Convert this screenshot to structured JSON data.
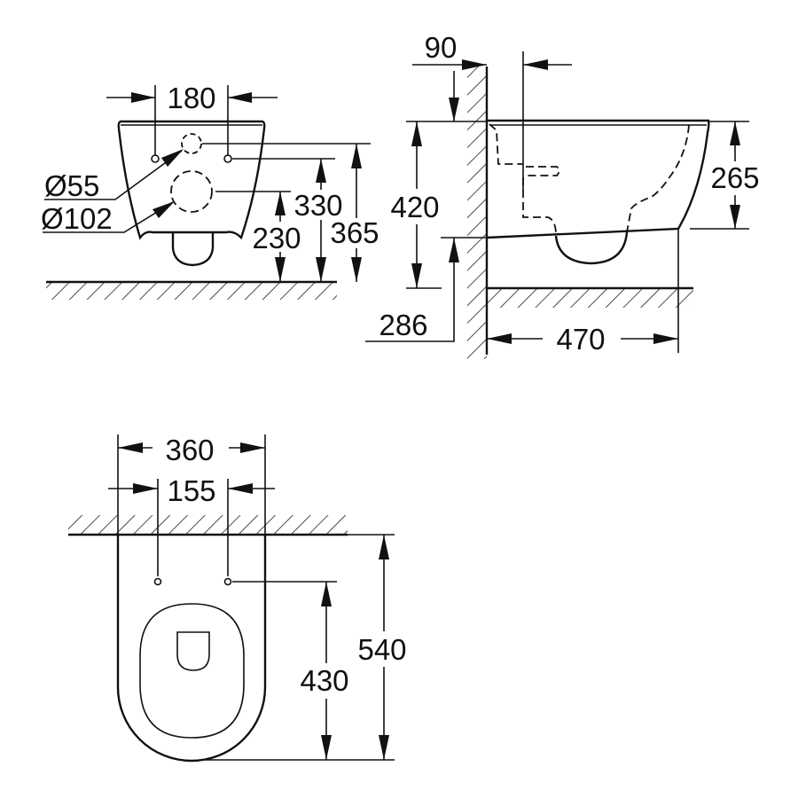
{
  "front_view": {
    "dim_width_holes": "180",
    "dim_dia_small": "Ø55",
    "dim_dia_large": "Ø102",
    "dim_230": "230",
    "dim_330": "330",
    "dim_365": "365"
  },
  "side_view": {
    "dim_wall": "90",
    "dim_420": "420",
    "dim_286": "286",
    "dim_265": "265",
    "dim_470": "470"
  },
  "top_view": {
    "dim_360": "360",
    "dim_155": "155",
    "dim_540": "540",
    "dim_430": "430"
  }
}
